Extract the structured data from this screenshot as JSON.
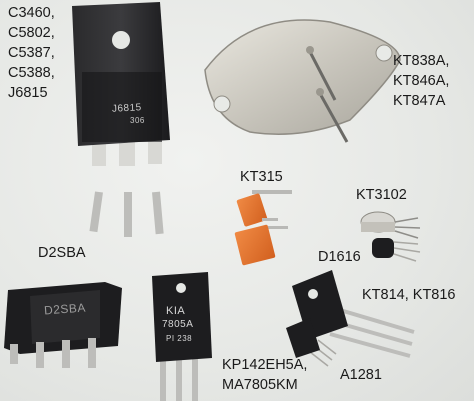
{
  "labels": {
    "group1_line1": "C3460,",
    "group1_line2": "C5802,",
    "group1_line3": "C5387,",
    "group1_line4": "C5388,",
    "group1_line5": "J6815",
    "group2_line1": "KT838A,",
    "group2_line2": "KT846A,",
    "group2_line3": "KT847A",
    "kt315": "KT315",
    "kt3102": "KT3102",
    "d1616": "D1616",
    "d2sba": "D2SBA",
    "kt814": "KT814, KT816",
    "kp142_line1": "KP142EH5A,",
    "kp142_line2": "MA7805KM",
    "a1281": "A1281"
  },
  "markings": {
    "j6815_body": "J6815",
    "j6815_sub": "306",
    "d2sba_body": "D2SBA",
    "kia_line1": "KIA",
    "kia_line2": "7805A",
    "kia_line3": "PI 238"
  },
  "colors": {
    "black_plastic": "#1d1d1f",
    "metal": "#c9c7c0",
    "orange_chip": "#e4712c",
    "lead": "#b9b9b6"
  }
}
